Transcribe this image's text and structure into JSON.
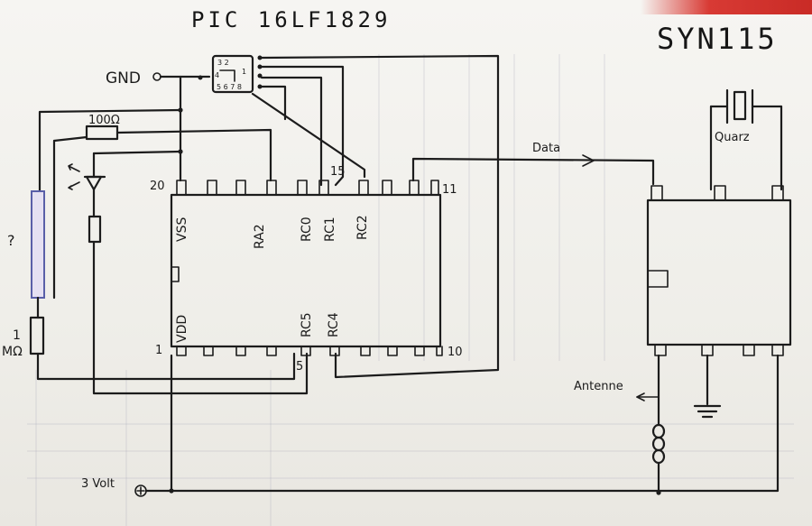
{
  "title": "PIC 16LF1829",
  "module": "SYN115",
  "labels": {
    "gnd": "GND",
    "data": "Data",
    "quartz": "Quarz",
    "antenne": "Antenne",
    "volt": "3 Volt",
    "resistor_top": "100Ω",
    "resistor_left_value": "1",
    "resistor_left_unit": "MΩ",
    "unknown": "?",
    "pin20": "20",
    "pin15": "15",
    "pin11": "11",
    "pin1": "1",
    "pin5": "5",
    "pin10": "10",
    "vss": "VSS",
    "vdd": "VDD",
    "ra2": "RA2",
    "rc0": "RC0",
    "rc1": "RC1",
    "rc2": "RC2",
    "rc5": "RC5",
    "rc4": "RC4",
    "small_chip_top": "3 2",
    "small_chip_mid": "4",
    "small_chip_mid2": "1",
    "small_chip_bot": "5 6 7 8"
  },
  "colors": {
    "ink": "#1c1c1c",
    "paper": "#f2f0ec",
    "accent_corner": "#d83a34"
  }
}
